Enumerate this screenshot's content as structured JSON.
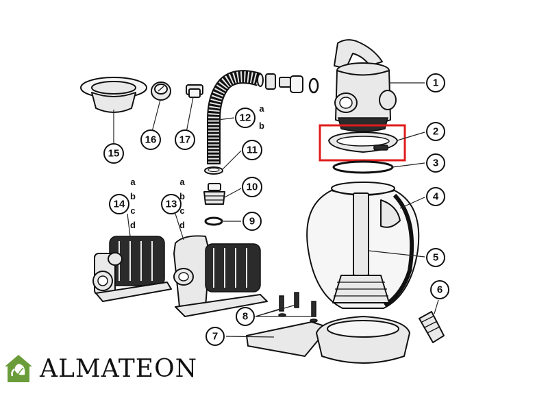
{
  "brand": {
    "name": "ALMATEON",
    "logo_color": "#6a9d3a"
  },
  "highlight": {
    "part": "2",
    "color": "#e01b1b"
  },
  "callouts": [
    "1",
    "2",
    "3",
    "4",
    "5",
    "6",
    "7",
    "8",
    "9",
    "10",
    "11",
    "12",
    "13",
    "14",
    "15",
    "16",
    "17"
  ],
  "variants": {
    "p12": [
      "a",
      "b"
    ],
    "p13": [
      "a",
      "b",
      "c",
      "d"
    ],
    "p14": [
      "a",
      "b",
      "c",
      "d"
    ]
  }
}
